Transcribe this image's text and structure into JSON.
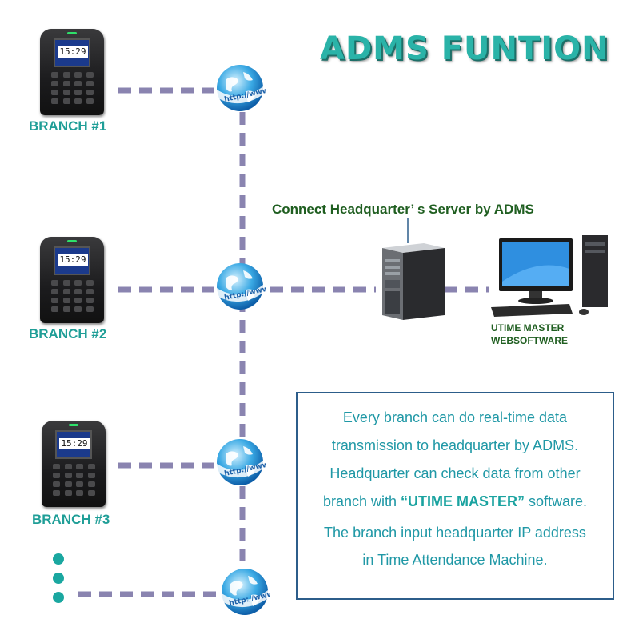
{
  "title": "ADMS FUNTION",
  "branches": [
    {
      "label": "BRANCH #1",
      "time": "15:29"
    },
    {
      "label": "BRANCH #2",
      "time": "15:29"
    },
    {
      "label": "BRANCH #3",
      "time": "15:29"
    }
  ],
  "globe_text": "http://www.",
  "connect_label": "Connect Headquarter’ s Server by ADMS",
  "software_label": [
    "UTIME MASTER",
    "WEBSOFTWARE"
  ],
  "info": {
    "line1": "Every branch can do real-time data",
    "line2": "transmission to headquarter by ADMS.",
    "line3": "Headquarter can check data from other",
    "line4_pre": "branch with ",
    "line4_bold": "“UTIME MASTER”",
    "line4_post": " software.",
    "line5": "The branch input headquarter IP address",
    "line6": "in Time Attendance Machine."
  },
  "colors": {
    "teal": "#1aa7a0",
    "dash": "#8a84b0",
    "green": "#1f5e20",
    "box_border": "#2c5d8a"
  },
  "icons": [
    "time-attendance-device",
    "globe-icon",
    "server-tower-icon",
    "desktop-computer-icon"
  ]
}
